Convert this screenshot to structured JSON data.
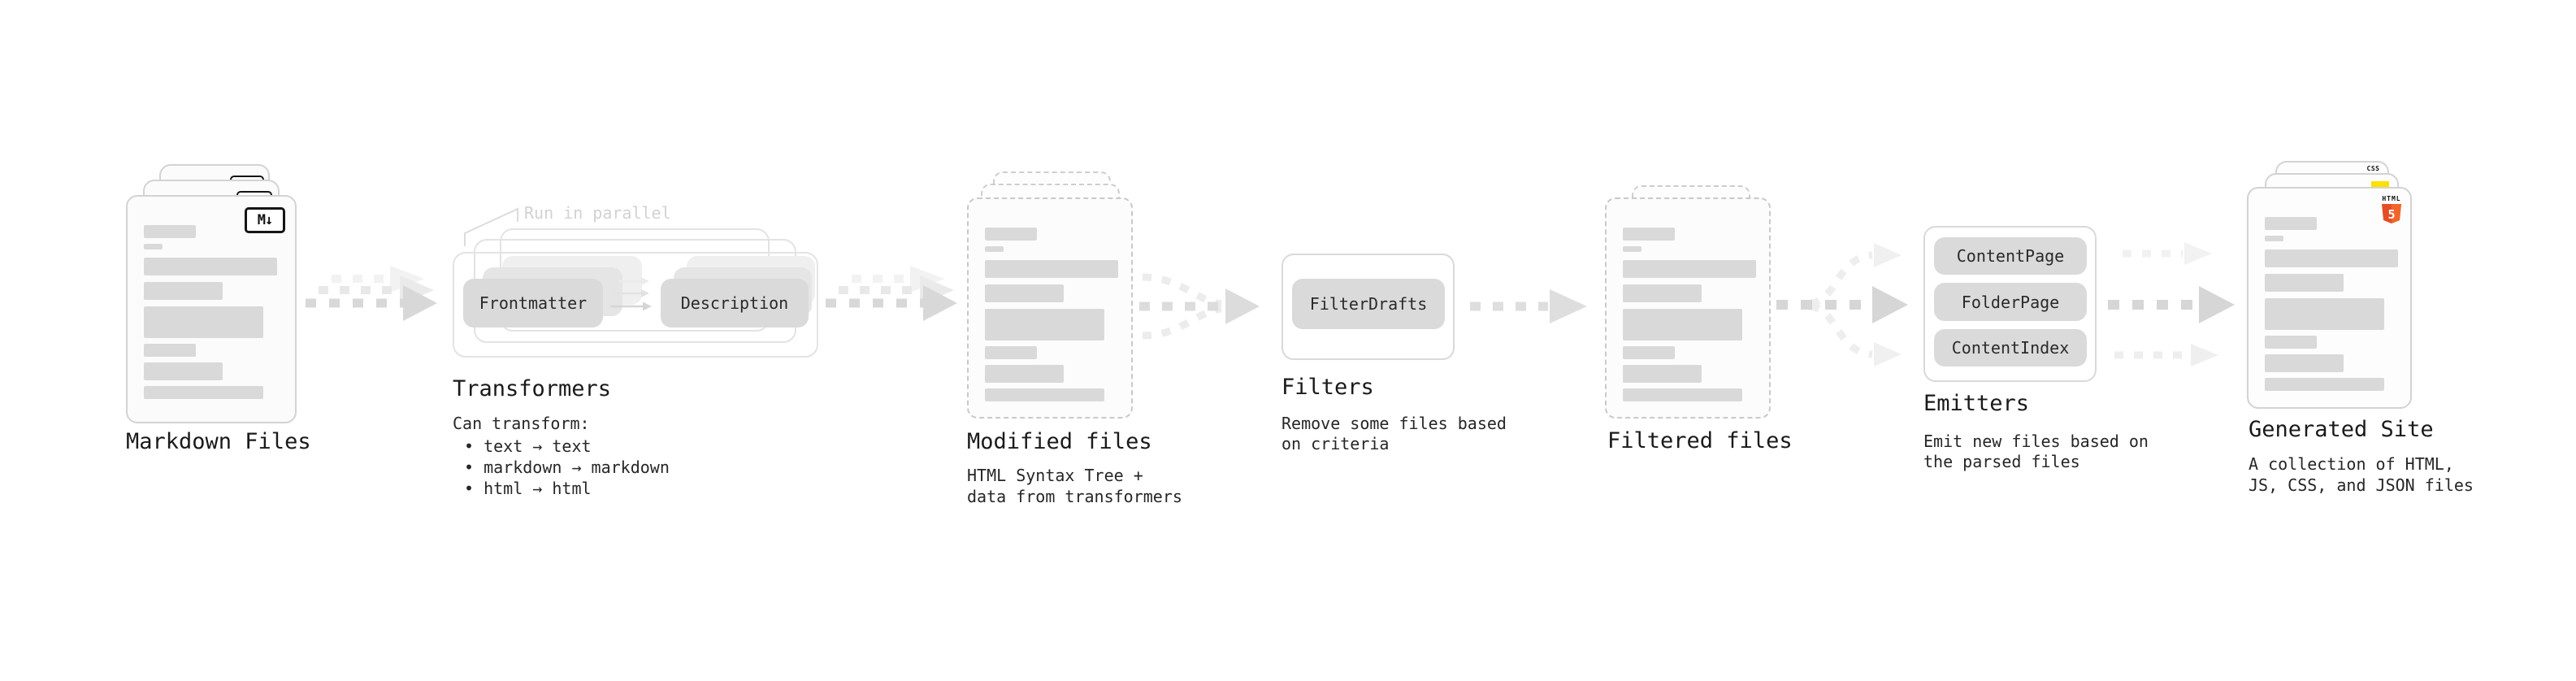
{
  "markdown_files": {
    "label": "Markdown Files",
    "badge": "M↓"
  },
  "transformers": {
    "annotation": "Run in parallel",
    "input_pill": "Frontmatter",
    "output_pill": "Description",
    "label": "Transformers",
    "desc_title": "Can transform:",
    "bullets": [
      "• text → text",
      "• markdown → markdown",
      "• html → html"
    ]
  },
  "modified_files": {
    "label": "Modified files",
    "desc": [
      "HTML Syntax Tree +",
      "data from transformers"
    ]
  },
  "filters": {
    "pill": "FilterDrafts",
    "label": "Filters",
    "desc": [
      "Remove some files based",
      "on criteria"
    ]
  },
  "filtered_files": {
    "label": "Filtered files"
  },
  "emitters": {
    "pills": [
      "ContentPage",
      "FolderPage",
      "ContentIndex"
    ],
    "label": "Emitters",
    "desc": [
      "Emit new files based on",
      "the parsed files"
    ]
  },
  "generated_site": {
    "label": "Generated Site",
    "desc": [
      "A collection of HTML,",
      "JS, CSS, and JSON files"
    ],
    "css_badge": "CSS",
    "html5_badge_top": "HTML",
    "html5_badge_number": "5"
  },
  "colors": {
    "accent_blue": "#2d6bff",
    "accent_yellow": "#ffe000",
    "html5_orange": "#e44d26",
    "html5_orange_light": "#f16529",
    "skeleton_gray": "#d9d9d9"
  }
}
